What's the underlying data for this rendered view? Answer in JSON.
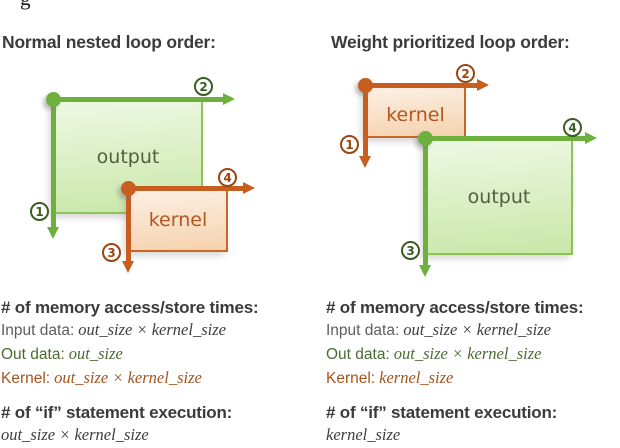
{
  "page": {
    "cropped_glyph": "g"
  },
  "colors": {
    "green_axis": "#6eb03e",
    "green_dark": "#3a5c22",
    "green_border": "#8bc558",
    "green_fill_top": "#eef8e4",
    "green_fill_bottom": "#c9e7a8",
    "orange_axis": "#c75e20",
    "orange_dark": "#9c4510",
    "orange_border": "#ca6626",
    "orange_fill_top": "#fdf0e5",
    "orange_fill_bottom": "#f5d2ae",
    "heading_text": "#3b3b3b",
    "body_gray": "#5d5d5d",
    "out_green": "#4a6b33",
    "kernel_orange": "#a5531e"
  },
  "left": {
    "heading": "Normal nested loop order:",
    "diagram": {
      "output_label": "output",
      "kernel_label": "kernel",
      "step1": "1",
      "step2": "2",
      "step3": "3",
      "step4": "4"
    },
    "memory": {
      "heading": "# of memory access/store times:",
      "input": {
        "label": "Input data:",
        "value": "out_size × kernel_size"
      },
      "out": {
        "label": "Out data:",
        "value": "out_size"
      },
      "kernel": {
        "label": "Kernel:",
        "value": "out_size × kernel_size"
      }
    },
    "if_exec": {
      "heading": "# of “if” statement execution:",
      "value": "out_size × kernel_size"
    }
  },
  "right": {
    "heading": "Weight prioritized loop order:",
    "diagram": {
      "output_label": "output",
      "kernel_label": "kernel",
      "step1": "1",
      "step2": "2",
      "step3": "3",
      "step4": "4"
    },
    "memory": {
      "heading": "# of memory access/store times:",
      "input": {
        "label": "Input data:",
        "value": "out_size × kernel_size"
      },
      "out": {
        "label": "Out data:",
        "value": "out_size × kernel_size"
      },
      "kernel": {
        "label": "Kernel:",
        "value": "kernel_size"
      }
    },
    "if_exec": {
      "heading": "# of “if” statement execution:",
      "value": "kernel_size"
    }
  }
}
